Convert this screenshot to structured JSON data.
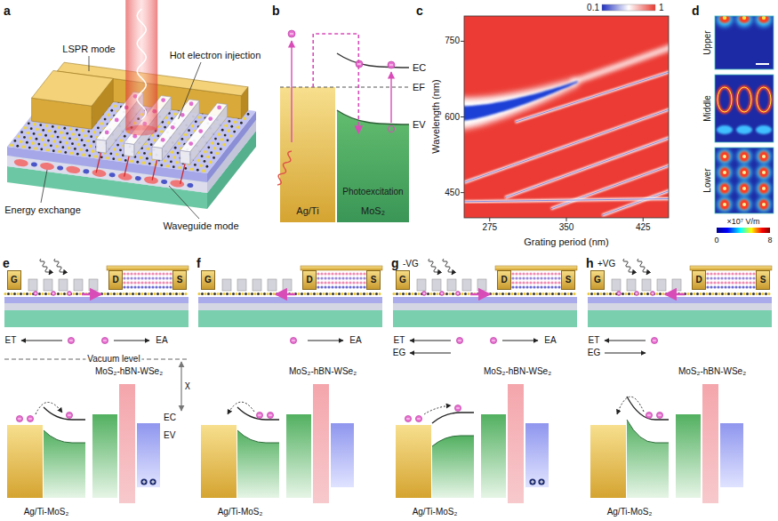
{
  "diagram": {
    "nodes": [
      {
        "text": [
          "Ag/Ti"
        ]
      },
      {
        "text": [
          "Photoexcitation",
          "MoS₂"
        ]
      },
      {
        "text": [
          "G"
        ]
      },
      {
        "text": [
          "D"
        ]
      },
      {
        "text": [
          "S"
        ]
      },
      {
        "text": [
          "G"
        ]
      },
      {
        "text": [
          "D"
        ]
      },
      {
        "text": [
          "S"
        ]
      },
      {
        "text": [
          "G"
        ]
      },
      {
        "text": [
          "D"
        ]
      },
      {
        "text": [
          "S"
        ]
      },
      {
        "text": [
          "G"
        ]
      },
      {
        "text": [
          "D"
        ]
      },
      {
        "text": [
          "S"
        ]
      }
    ],
    "edges": [
      {
        "from": 0,
        "to": 1,
        "arrow": "to"
      }
    ],
    "labels": [
      "a",
      "LSPR mode",
      "Hot electron injection",
      "Energy exchange",
      "Waveguide mode",
      "b",
      "EC",
      "EF",
      "EV",
      "c",
      "0.1",
      "1",
      "750",
      "600",
      "450",
      "Wavelength (nm)",
      "275",
      "350",
      "425",
      "Grating period (nm)",
      "d",
      "Upper",
      "Middle",
      "Lower",
      "×10⁷ V/m",
      "0",
      "8",
      "e",
      "ET",
      "EA",
      "Vacuum level",
      "χ",
      "EC",
      "EV",
      "MoS₂-hBN-WSe₂",
      "Ag/Ti-MoS₂",
      "f",
      "EA",
      "MoS₂-hBN-WSe₂",
      "Ag/Ti-MoS₂",
      "g",
      "-VG",
      "ET",
      "EA",
      "EG",
      "MoS₂-hBN-WSe₂",
      "Ag/Ti-MoS₂",
      "h",
      "+VG",
      "ET",
      "EG",
      "MoS₂-hBN-WSe₂",
      "Ag/Ti-MoS₂"
    ]
  }
}
